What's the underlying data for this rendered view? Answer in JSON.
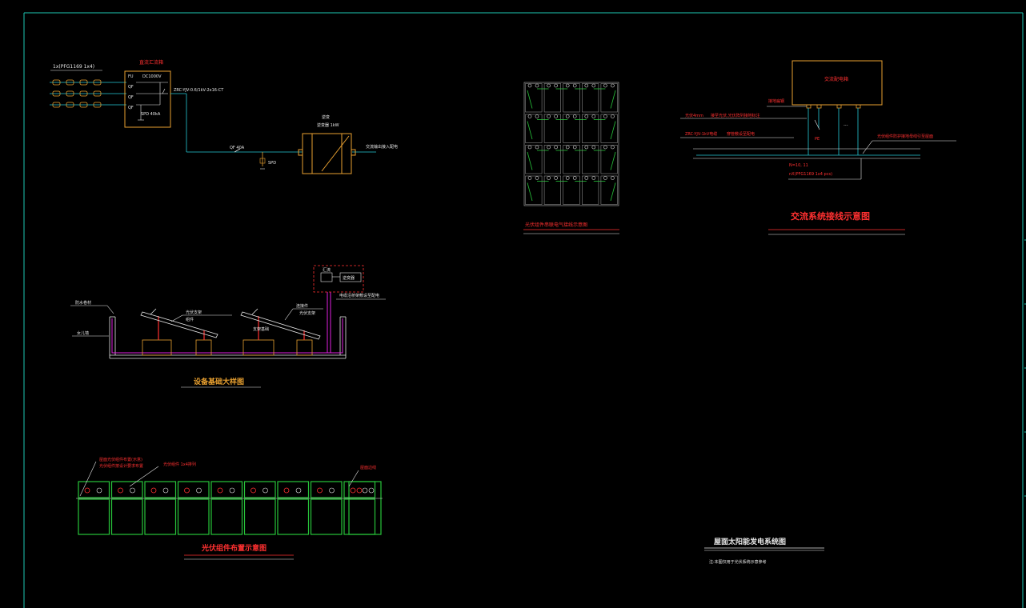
{
  "colors": {
    "background": "#000000",
    "frame": "#1ec8b4",
    "title_red": "#ff3030",
    "module_green": "#27c43a",
    "orange": "#e8a030",
    "magenta": "#e020e0",
    "cyan": "#26c8d6",
    "white": "#e6e6e6",
    "gray": "#8a8a8a"
  },
  "dc_combiner": {
    "box_title": "直流汇流箱",
    "string_label": "1x(PFG1169 1x4)",
    "fu_label": "FU",
    "rating": "DC1000V",
    "qf_labels": [
      "QF",
      "QF",
      "QF"
    ],
    "cable_label": "ZRC-YJV-0.6/1kV-2x16-CT",
    "spd_label": "SPD 40kA",
    "inverter_title": "逆变",
    "inverter_sub": "逆变器 1kW",
    "ac_label": "交流输出接入配电",
    "breaker_label": "QF 40A"
  },
  "panel_wiring": {
    "title": "光伏组件串联电气接线示意图"
  },
  "ac_grid": {
    "box_label": "交流配电箱",
    "cable_4mm": "光伏4mm",
    "cable_note": "接至光伏,光伏阵列接地标注",
    "zrc_label": "ZRC-YJV-1kV电缆",
    "zrc_note": "穿管敷设至配电",
    "ground_label": "接地扁钢",
    "pe_label": "PE",
    "dots": "...",
    "right_note": "光伏组件防护接地母线引至屋面",
    "n_label": "N=10, 11",
    "n_label2": "nX(PFG1169 1x4 pcs)",
    "title": "交流系统接线示意图"
  },
  "mount_section": {
    "title": "设备基础大样图",
    "left_note1": "防水卷材",
    "left_note2": "女儿墙",
    "mid_note1": "光伏支架",
    "mid_note2": "组件",
    "mid_note3": "连接件",
    "mid_note4": "光伏支架",
    "mid_note5": "支架基础",
    "box_left": "汇流",
    "box_right": "逆变器",
    "right_note": "电缆沿桥架敷设至配电"
  },
  "layout_plan": {
    "note1": "屋面光伏组件布置(示意)",
    "note2": "光伏组件按设计要求布置",
    "note3": "光伏组件 1x4排列",
    "note4": "屋面边线",
    "title": "光伏组件布置示意图"
  },
  "sheet_title": {
    "title": "屋面太阳能发电系统图",
    "note": "注:本图仅用于光伏系统示意参考"
  }
}
